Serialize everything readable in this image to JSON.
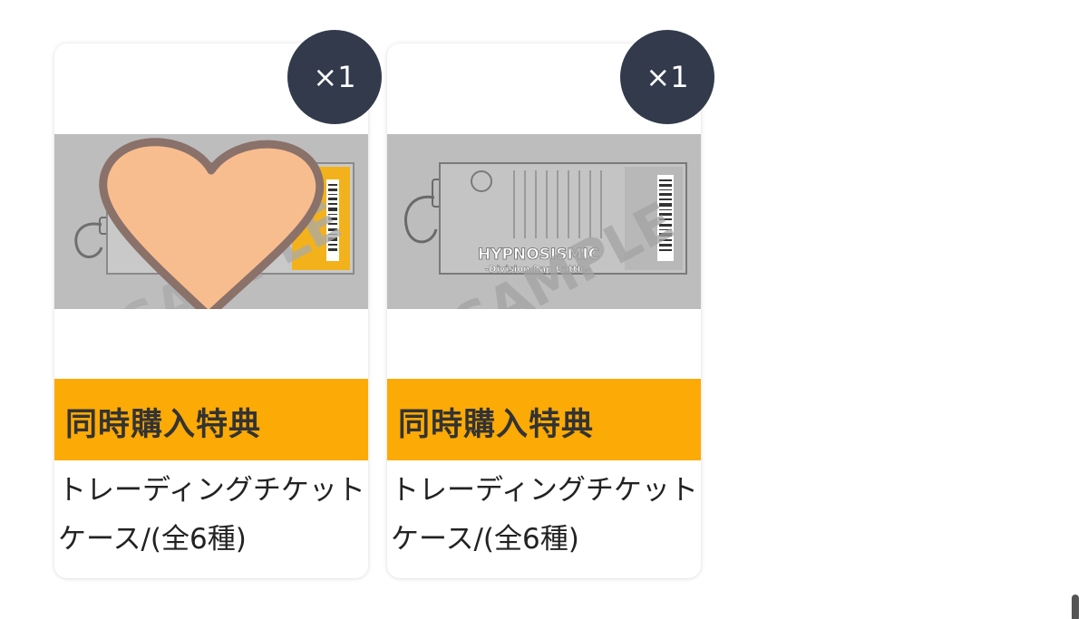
{
  "products": [
    {
      "quantity": "×1",
      "bonus_label": "同時購入特典",
      "name": "トレーディングチケットケース/(全6種)",
      "watermark": "SAMPLE"
    },
    {
      "quantity": "×1",
      "bonus_label": "同時購入特典",
      "name": "トレーディングチケットケース/(全6種)",
      "watermark": "SAMPLE",
      "ticket_title": "HYPNOSISMIC",
      "ticket_subtitle": "-Division Rap Battle-"
    }
  ],
  "colors": {
    "badge": "#323a4c",
    "label_bar": "#fcaa06",
    "heart_fill": "#f8bd8f",
    "heart_outline": "#8a716a",
    "ticket_accent": "#f3b21c"
  }
}
